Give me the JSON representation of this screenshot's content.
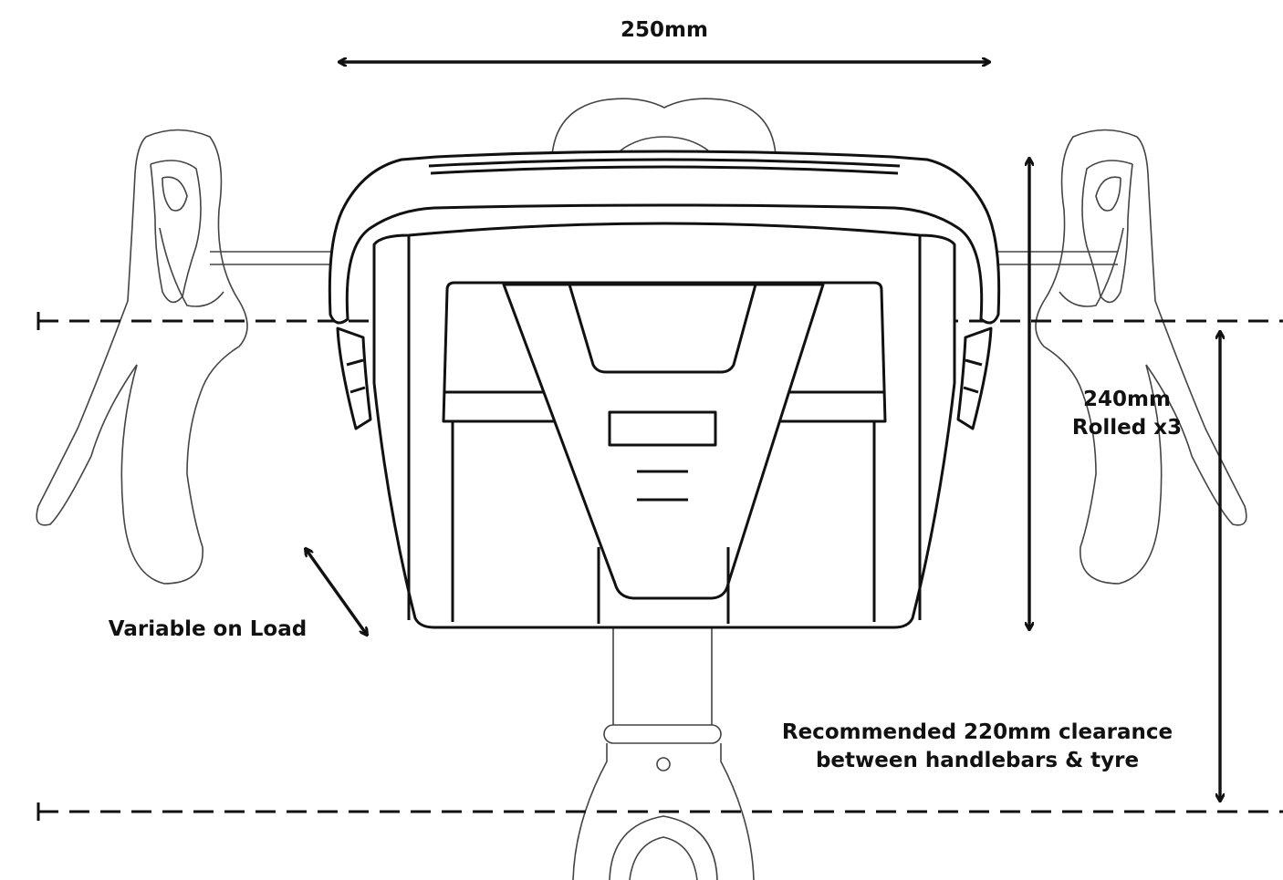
{
  "labels": {
    "width": "250mm",
    "height_line1": "240mm",
    "height_line2": "Rolled x3",
    "variable": "Variable on Load",
    "clearance_line1": "Recommended 220mm clearance",
    "clearance_line2": "between handlebars & tyre"
  },
  "colors": {
    "ink": "#111111",
    "thin_line": "#555555",
    "background": "#ffffff"
  }
}
